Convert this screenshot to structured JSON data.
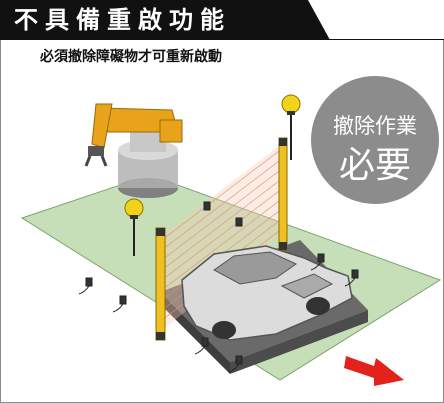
{
  "header": {
    "title": "不具備重啟功能",
    "bg_color": "#111111"
  },
  "subtitle": "必須撤除障礙物才可重新啟動",
  "badge": {
    "line1": "撤除作業",
    "line2": "必要",
    "color": "#8c8c8c"
  },
  "scene": {
    "floor_color": "#c6dfb9",
    "warning_light_color": "#f3d21a",
    "arrow_color": "#e3231b",
    "light_curtain_color": "#f0c020"
  }
}
